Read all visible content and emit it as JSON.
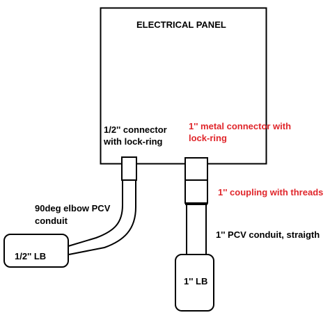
{
  "diagram": {
    "panel_title": "ELECTRICAL PANEL",
    "left_connector": {
      "line1": "1/2'' connector",
      "line2": "with lock-ring"
    },
    "right_connector": {
      "line1": "1'' metal connector with",
      "line2": "lock-ring"
    },
    "coupling": "1'' coupling with threads",
    "elbow": {
      "line1": "90deg elbow PCV",
      "line2": "conduit"
    },
    "straight_conduit": "1'' PCV conduit, straigth",
    "left_lb": "1/2'' LB",
    "right_lb": "1'' LB",
    "colors": {
      "line": "#000000",
      "highlight": "#e0262b",
      "background": "#ffffff"
    }
  }
}
